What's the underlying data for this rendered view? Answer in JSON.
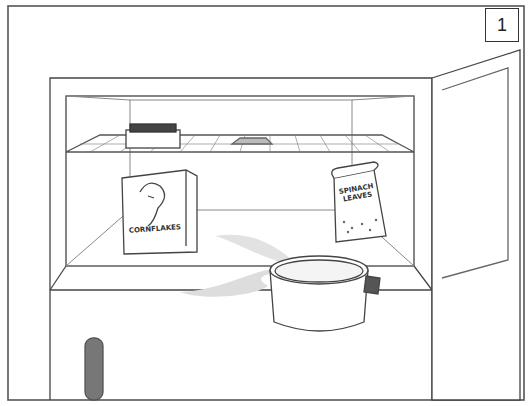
{
  "diagram": {
    "nodes": [
      {
        "text": [
          "1"
        ]
      }
    ],
    "labels": [
      "CORNFLAKES",
      "SPINACH LEAVES"
    ]
  }
}
